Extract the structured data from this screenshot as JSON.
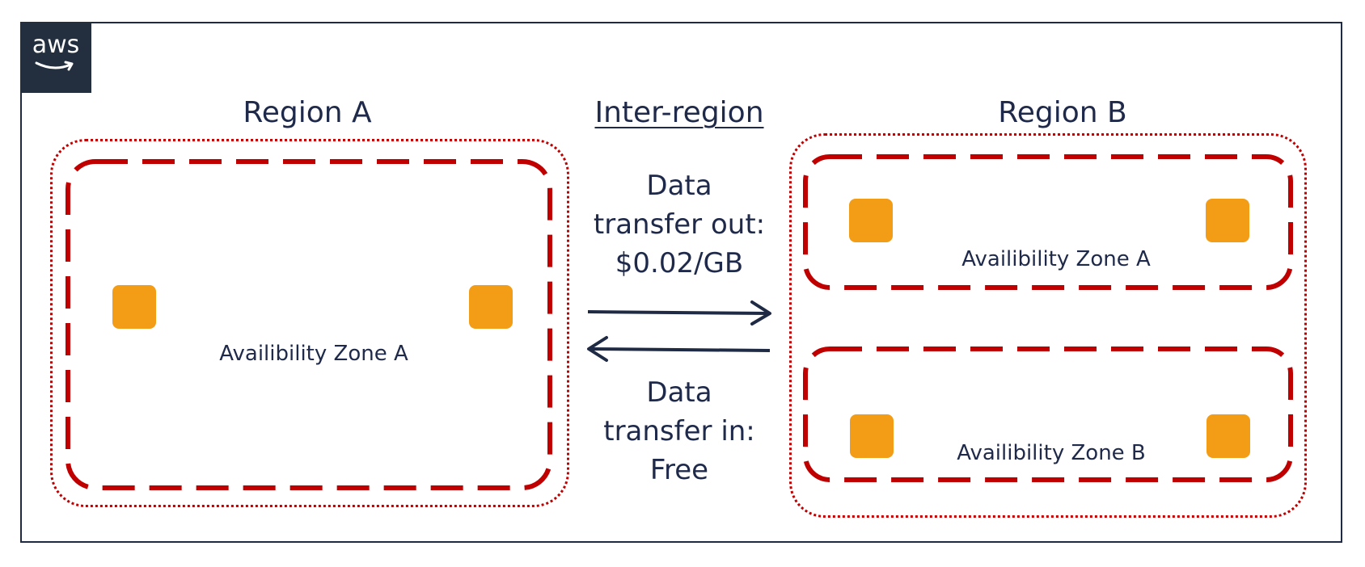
{
  "logo": {
    "text": "aws",
    "icon": "aws-smile-arrow-icon"
  },
  "colors": {
    "frame": "#1f2a44",
    "region_border": "#c00000",
    "az_border": "#c00000",
    "instance": "#f39c16",
    "text": "#1f2a4a",
    "logo_bg": "#232f3e"
  },
  "regions": [
    {
      "title": "Region A",
      "zones": [
        {
          "label": "Availibility Zone A",
          "instances": 2
        }
      ]
    },
    {
      "title": "Region B",
      "zones": [
        {
          "label": "Availibility Zone A",
          "instances": 2
        },
        {
          "label": "Availibility Zone B",
          "instances": 2
        }
      ]
    }
  ],
  "inter_region": {
    "title": "Inter-region",
    "transfer_out": [
      "Data",
      "transfer out:",
      "$0.02/GB"
    ],
    "transfer_in": [
      "Data",
      "transfer in:",
      "Free"
    ]
  }
}
